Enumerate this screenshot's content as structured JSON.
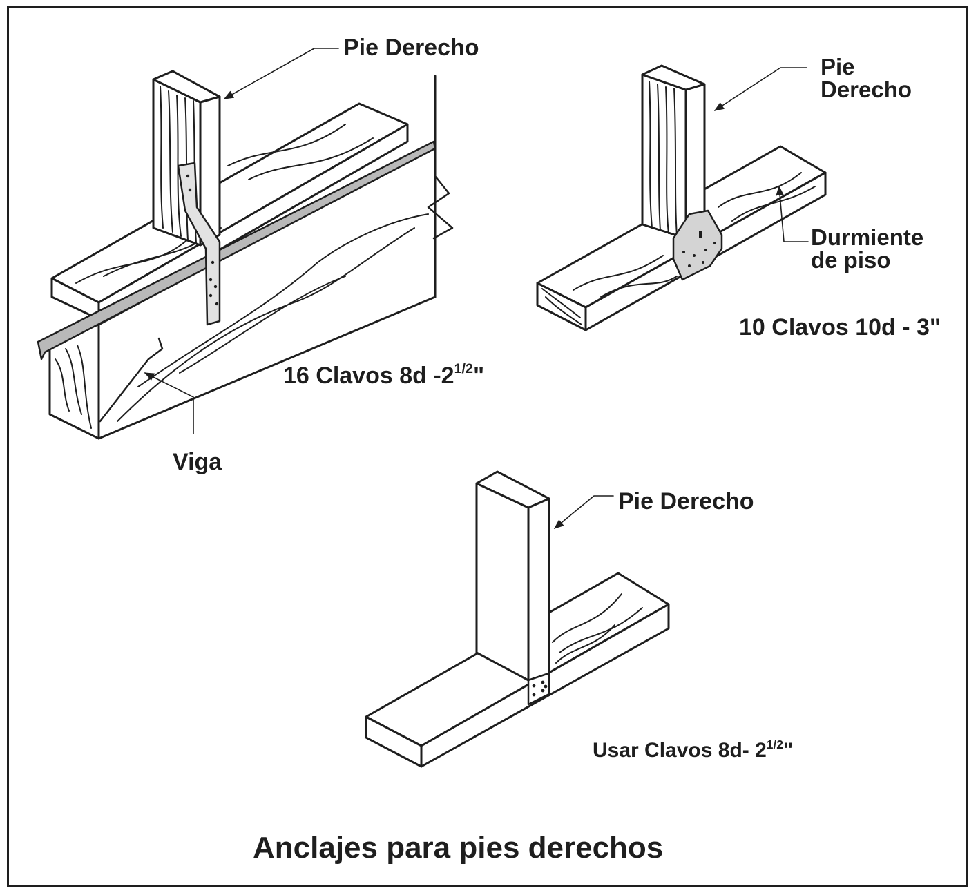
{
  "labels": {
    "left_stud": "Pie Derecho",
    "left_beam": "Viga",
    "left_nails_base": "16 Clavos 8d -2",
    "left_nails_frac": "1/2",
    "left_nails_end": "\"",
    "right_stud_1": "Pie",
    "right_stud_2": "Derecho",
    "right_plate_1": "Durmiente",
    "right_plate_2": "de piso",
    "right_nails": "10 Clavos 10d - 3\"",
    "bottom_stud": "Pie Derecho",
    "bottom_nails_base": "Usar Clavos 8d- 2",
    "bottom_nails_frac": "1/2",
    "bottom_nails_end": "\""
  },
  "title": "Anclajes para pies derechos",
  "colors": {
    "ink": "#1e1e1e",
    "connector_fill": "#d4d4d4",
    "strap": "#b9b9b9",
    "paper": "#ffffff"
  }
}
